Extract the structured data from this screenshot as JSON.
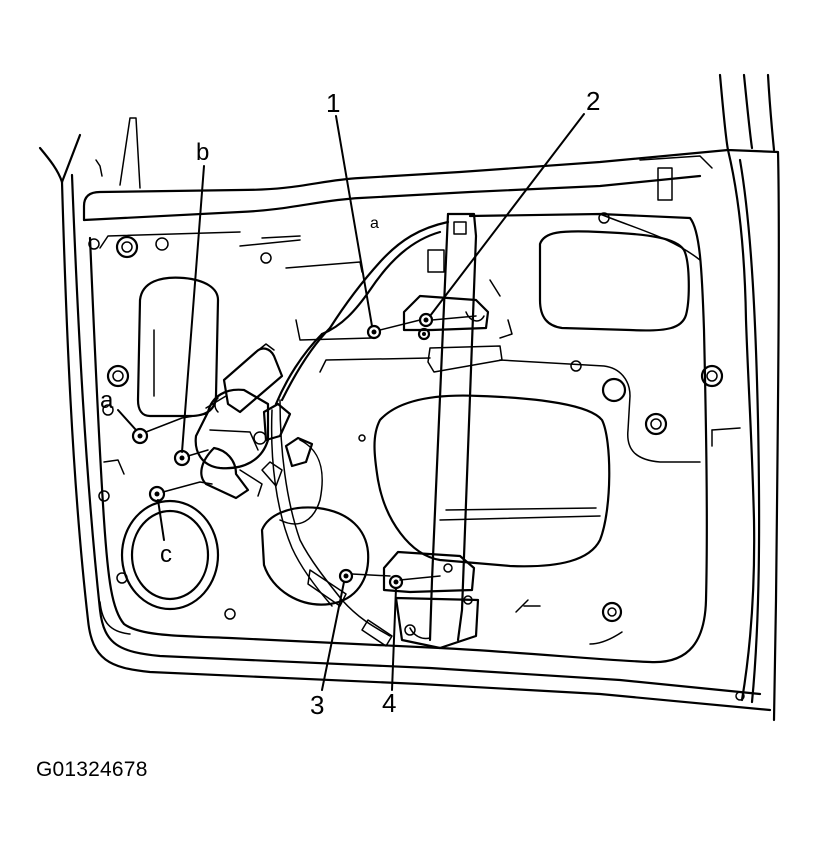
{
  "figure": {
    "callouts": {
      "n1": "1",
      "n2": "2",
      "n3": "3",
      "n4": "4",
      "a": "a",
      "b": "b",
      "c": "c"
    },
    "figure_code": "G01324678"
  }
}
